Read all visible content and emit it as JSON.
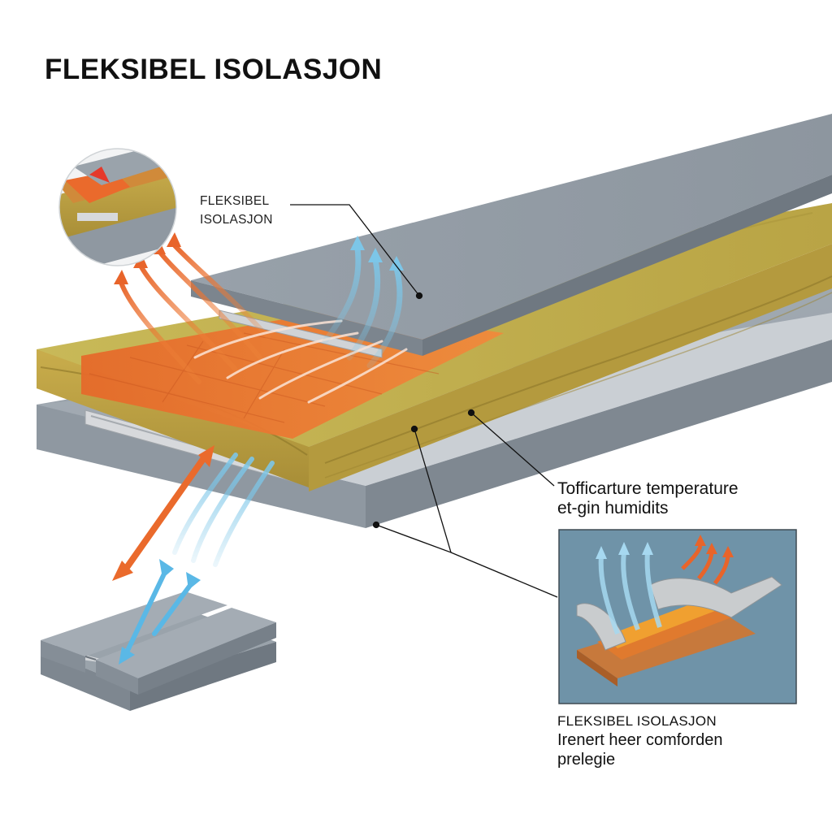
{
  "title": "FLEKSIBEL ISOLASJON",
  "callouts": {
    "top_label_line1": "FLEKSIBEL",
    "top_label_line2": "ISOLASJON",
    "right_label_line1": "Tofficarture temperature",
    "right_label_line2": "et-gin humidits"
  },
  "inset_caption": {
    "title": "FLEKSIBEL ISOLASJON",
    "line1": "Irenert heer comforden",
    "line2": "prelegie"
  },
  "colors": {
    "board_gray": "#9aa3ab",
    "insulation_yellow": "#c7b24e",
    "heat_orange": "#e8742e",
    "air_blue": "#7cc6e8",
    "inset_bg": "#6f93a8"
  }
}
